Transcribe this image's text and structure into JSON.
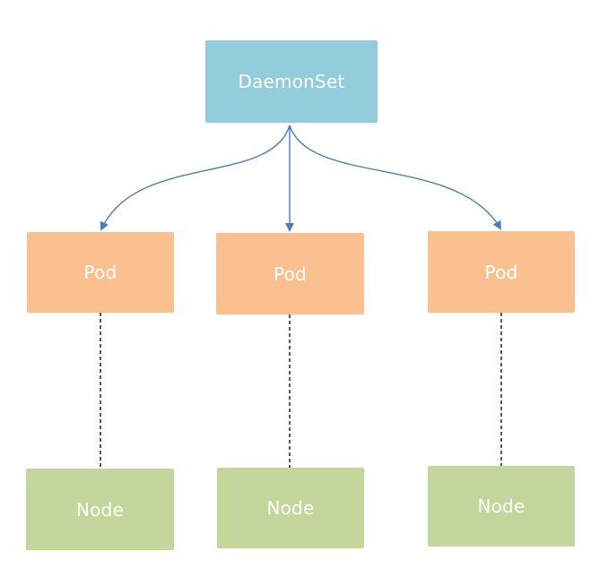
{
  "diagram": {
    "colors": {
      "daemonset_fill": "#92cddc",
      "pod_fill": "#fac08f",
      "node_fill": "#c3d69b",
      "arrow": "#4a7ebb",
      "dashed_line": "#000000",
      "text": "#ffffff"
    },
    "daemonset": {
      "label": "DaemonSet"
    },
    "pods": [
      {
        "label": "Pod"
      },
      {
        "label": "Pod"
      },
      {
        "label": "Pod"
      }
    ],
    "nodes": [
      {
        "label": "Node"
      },
      {
        "label": "Node"
      },
      {
        "label": "Node"
      }
    ]
  }
}
